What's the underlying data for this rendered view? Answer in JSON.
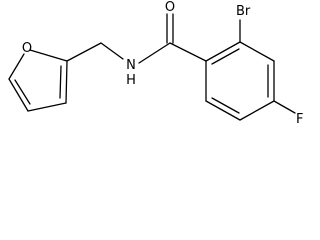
{
  "atoms": {
    "oxygen_carbonyl": "O",
    "bromine": "Br",
    "nitrogen_amide": "N",
    "hydrogen_amide": "H",
    "oxygen_furan": "O",
    "fluorine": "F"
  }
}
